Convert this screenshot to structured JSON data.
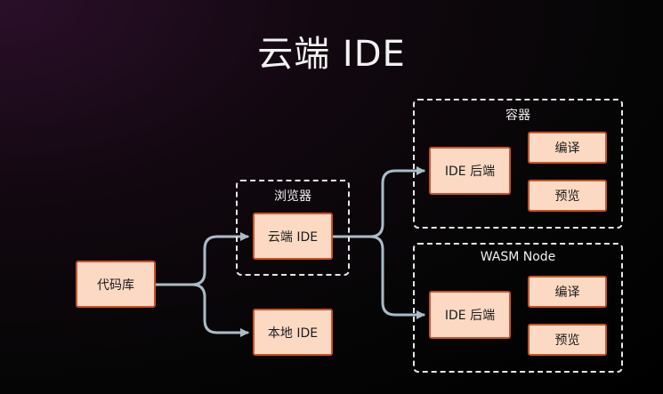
{
  "title": "云端 IDE",
  "groups": {
    "browser": "浏览器",
    "container": "容器",
    "wasm": "WASM Node"
  },
  "nodes": {
    "repo": "代码库",
    "cloud_ide": "云端 IDE",
    "local_ide": "本地 IDE",
    "container_backend": "IDE 后端",
    "container_compile": "编译",
    "container_preview": "预览",
    "wasm_backend": "IDE 后端",
    "wasm_compile": "编译",
    "wasm_preview": "预览"
  },
  "colors": {
    "node_fill": "#fbd9c3",
    "node_border": "#c6542a",
    "connector": "#a9bcc8",
    "group_border": "#e6e6e6"
  }
}
